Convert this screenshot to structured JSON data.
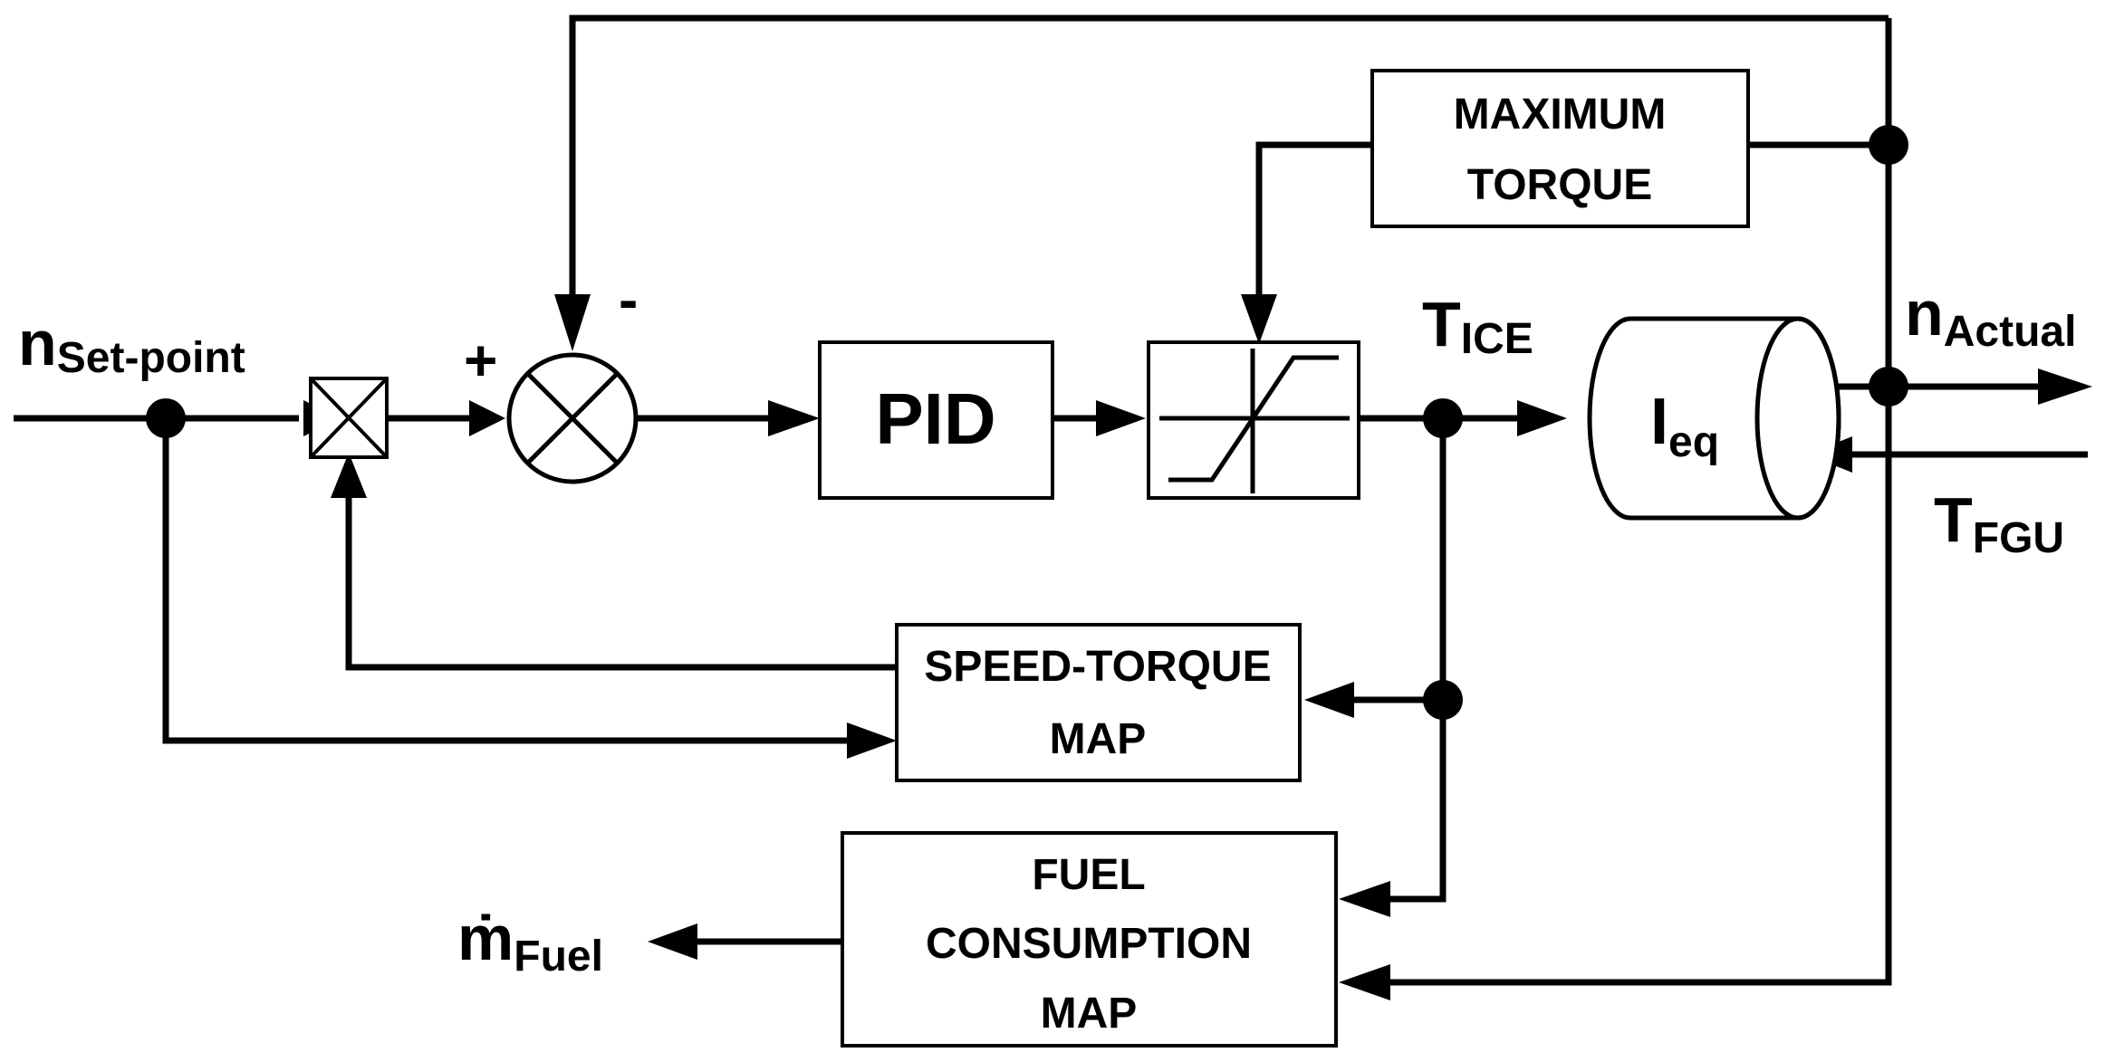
{
  "diagram": {
    "signals": {
      "setpoint": {
        "main": "n",
        "sub": "Set-point"
      },
      "actual": {
        "main": "n",
        "sub": "Actual"
      },
      "t_ice": {
        "main": "T",
        "sub": "ICE"
      },
      "t_fgu": {
        "main": "T",
        "sub": "FGU"
      },
      "m_fuel": {
        "main": "ṁ",
        "sub": "Fuel"
      },
      "plus_sign": "+",
      "minus_sign": "-"
    },
    "blocks": {
      "pid": "PID",
      "max_torque": [
        "MAXIMUM",
        "TORQUE"
      ],
      "speed_torque_map": [
        "SPEED-TORQUE",
        "MAP"
      ],
      "fuel_map": [
        "FUEL",
        "CONSUMPTION",
        "MAP"
      ],
      "inertia": {
        "main": "I",
        "sub": "eq"
      }
    }
  }
}
